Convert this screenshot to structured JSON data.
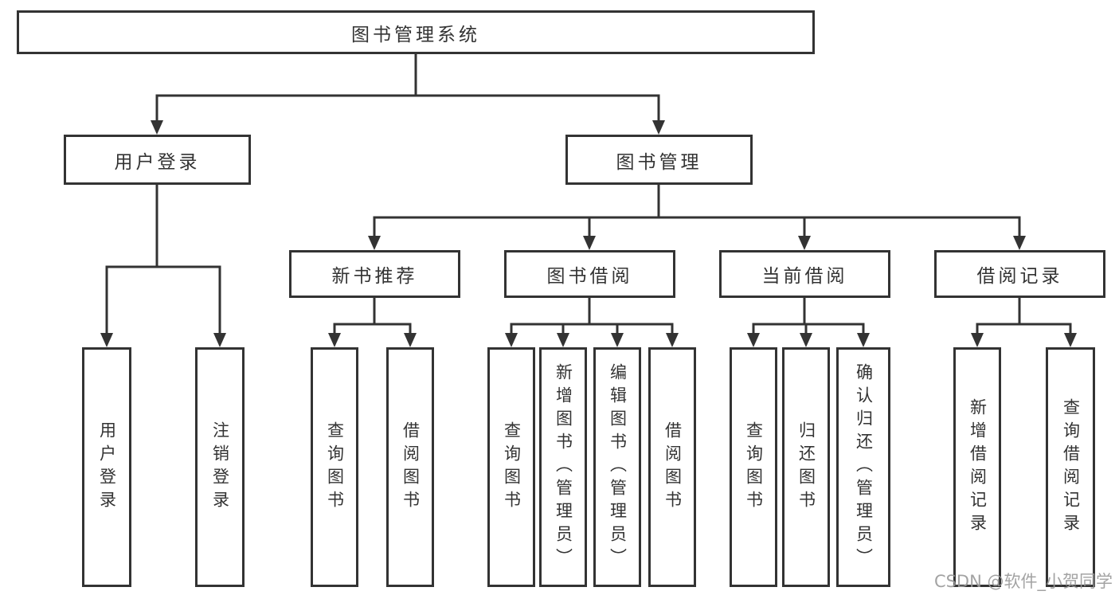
{
  "diagram": {
    "tree": {
      "label": "图书管理系统",
      "children": [
        {
          "label": "用户登录",
          "children": [
            {
              "label": "用户登录"
            },
            {
              "label": "注销登录"
            }
          ]
        },
        {
          "label": "图书管理",
          "children": [
            {
              "label": "新书推荐",
              "children": [
                {
                  "label": "查询图书"
                },
                {
                  "label": "借阅图书"
                }
              ]
            },
            {
              "label": "图书借阅",
              "children": [
                {
                  "label": "查询图书"
                },
                {
                  "label": "新增图书（管理员）"
                },
                {
                  "label": "编辑图书（管理员）"
                },
                {
                  "label": "借阅图书"
                }
              ]
            },
            {
              "label": "当前借阅",
              "children": [
                {
                  "label": "查询图书"
                },
                {
                  "label": "归还图书"
                },
                {
                  "label": "确认归还（管理员）"
                }
              ]
            },
            {
              "label": "借阅记录",
              "children": [
                {
                  "label": "新增借阅记录"
                },
                {
                  "label": "查询借阅记录"
                }
              ]
            }
          ]
        }
      ]
    },
    "colors": {
      "line": "#333333",
      "box_border": "#333333",
      "text": "#333333",
      "watermark": "#9a9a9a",
      "background": "#ffffff"
    }
  },
  "watermark": "CSDN @软件_小贺同学"
}
